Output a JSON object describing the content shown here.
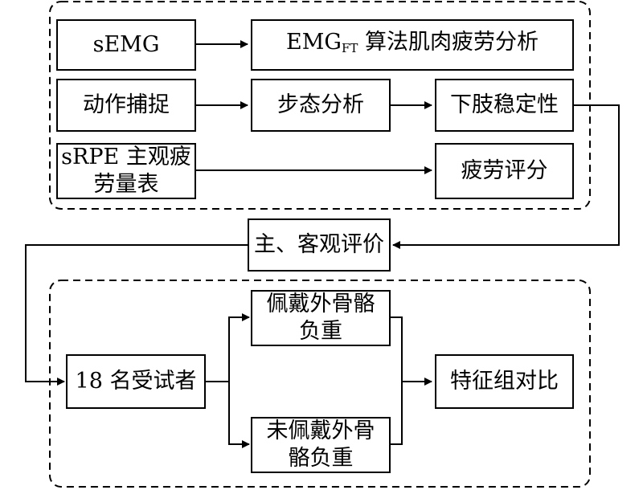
{
  "nodes": {
    "semg": "sEMG",
    "emg_main": "EMG",
    "emg_sub": "FT",
    "emg_rest": " 算法肌肉疲劳分析",
    "motion_capture": "动作捕捉",
    "gait": "步态分析",
    "stability": "下肢稳定性",
    "srpe_line1": "sRPE 主观疲",
    "srpe_line2": "劳量表",
    "fatigue_score": "疲劳评分",
    "evaluation": "主、客观评价",
    "subjects": "18 名受试者",
    "with_exo_line1": "佩戴外骨骼",
    "with_exo_line2": "负重",
    "without_exo_line1": "未佩戴外骨",
    "without_exo_line2": "骼负重",
    "comparison": "特征组对比"
  }
}
